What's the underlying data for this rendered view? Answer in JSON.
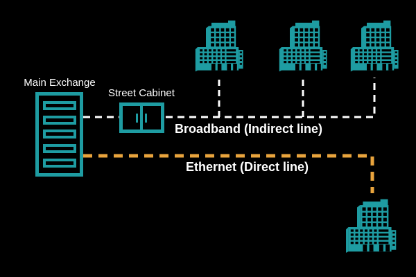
{
  "diagram": {
    "nodes": {
      "main_exchange": {
        "label": "Main Exchange",
        "icon": "server-rack-icon"
      },
      "street_cabinet": {
        "label": "Street Cabinet",
        "icon": "street-cabinet-icon"
      },
      "buildings": {
        "top_count": 3,
        "bottom_count": 1,
        "icon": "building-icon"
      }
    },
    "links": {
      "broadband": {
        "label": "Broadband (Indirect line)",
        "style": "dashed",
        "color": "#ffffff"
      },
      "ethernet": {
        "label": "Ethernet (Direct line)",
        "style": "dashed",
        "color": "#e9a43d"
      }
    }
  },
  "colors": {
    "background": "#000000",
    "teal": "#1e9ca2",
    "broadband_line": "#ffffff",
    "ethernet_line": "#e9a43d",
    "label_text": "#ffffff"
  }
}
